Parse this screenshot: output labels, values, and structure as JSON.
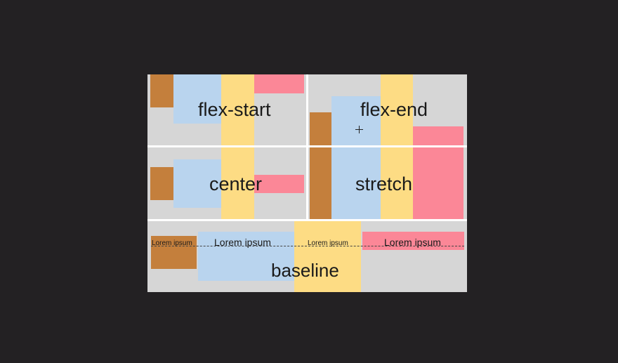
{
  "panels": {
    "flex_start": {
      "label": "flex-start"
    },
    "flex_end": {
      "label": "flex-end"
    },
    "center": {
      "label": "center"
    },
    "stretch": {
      "label": "stretch"
    },
    "baseline": {
      "label": "baseline",
      "lorem": [
        "Lorem ipsum",
        "Lorem ipsum",
        "Lorem ipsum",
        "Lorem ipsum"
      ]
    }
  },
  "colors": {
    "background": "#232123",
    "panel": "#d6d6d6",
    "brown": "#c47f3c",
    "blue": "#b9d4ee",
    "yellow": "#fddc84",
    "pink": "#fb8797"
  },
  "icons": {
    "cursor": "crosshair-cursor-icon"
  }
}
